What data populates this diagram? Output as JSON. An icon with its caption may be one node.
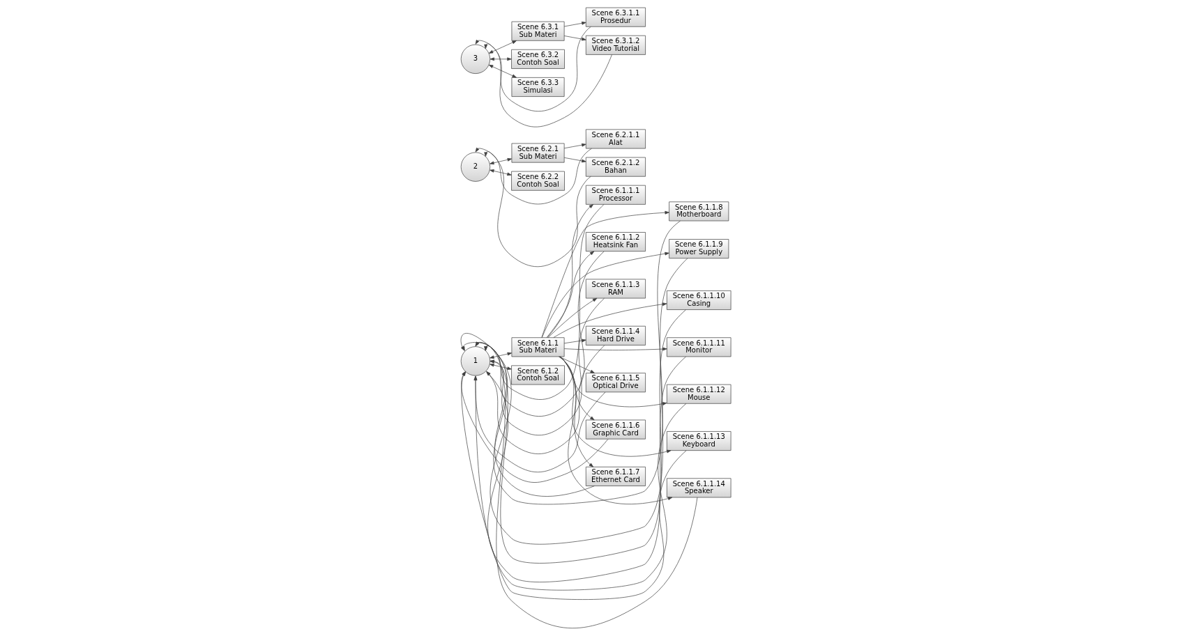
{
  "diagram": {
    "nodes": [
      {
        "text": [
          "1"
        ]
      },
      {
        "text": [
          "Scene 6.1.1 Sub Materi"
        ]
      },
      {
        "text": [
          "Scene 6.1.2 Contoh Soal"
        ]
      },
      {
        "text": [
          "Scene 6.1.1.1 Processor"
        ]
      },
      {
        "text": [
          "Scene 6.1.1.2 Heatsink Fan"
        ]
      },
      {
        "text": [
          "Scene 6.1.1.3 RAM"
        ]
      },
      {
        "text": [
          "Scene 6.1.1.4 Hard Drive"
        ]
      },
      {
        "text": [
          "Scene 6.1.1.5 Optical Drive"
        ]
      },
      {
        "text": [
          "Scene 6.1.1.6 Graphic Card"
        ]
      },
      {
        "text": [
          "Scene 6.1.1.7 Ethernet Card"
        ]
      },
      {
        "text": [
          "Scene 6.1.1.8 Motherboard"
        ]
      },
      {
        "text": [
          "Scene 6.1.1.9 Power Supply"
        ]
      },
      {
        "text": [
          "Scene 6.1.1.10 Casing"
        ]
      },
      {
        "text": [
          "Scene 6.1.1.11 Monitor"
        ]
      },
      {
        "text": [
          "Scene 6.1.1.12 Mouse"
        ]
      },
      {
        "text": [
          "Scene 6.1.1.13 Keyboard"
        ]
      },
      {
        "text": [
          "Scene 6.1.1.14 Speaker"
        ]
      },
      {
        "text": [
          "2"
        ]
      },
      {
        "text": [
          "Scene 6.2.1 Sub Materi"
        ]
      },
      {
        "text": [
          "Scene 6.2.1.1 Alat"
        ]
      },
      {
        "text": [
          "Scene 6.2.1.2 Bahan"
        ]
      },
      {
        "text": [
          "Scene 6.2.2 Contoh Soal"
        ]
      },
      {
        "text": [
          "3"
        ]
      },
      {
        "text": [
          "Scene 6.3.1 Sub Materi"
        ]
      },
      {
        "text": [
          "Scene 6.3.1.1 Prosedur"
        ]
      },
      {
        "text": [
          "Scene 6.3.1.2 Video Tutorial"
        ]
      },
      {
        "text": [
          "Scene 6.3.2 Contoh Soal"
        ]
      },
      {
        "text": [
          "Scene 6.3.3 Simulasi"
        ]
      }
    ],
    "edges": [
      {
        "from": 0,
        "to": 1,
        "arrow": "both"
      },
      {
        "from": 0,
        "to": 2,
        "arrow": "both"
      },
      {
        "from": 1,
        "to": 3,
        "arrow": "to"
      },
      {
        "from": 1,
        "to": 4,
        "arrow": "to"
      },
      {
        "from": 1,
        "to": 5,
        "arrow": "to"
      },
      {
        "from": 1,
        "to": 6,
        "arrow": "to"
      },
      {
        "from": 1,
        "to": 7,
        "arrow": "to"
      },
      {
        "from": 1,
        "to": 8,
        "arrow": "to"
      },
      {
        "from": 1,
        "to": 9,
        "arrow": "to"
      },
      {
        "from": 1,
        "to": 10,
        "arrow": "to"
      },
      {
        "from": 1,
        "to": 11,
        "arrow": "to"
      },
      {
        "from": 1,
        "to": 12,
        "arrow": "to"
      },
      {
        "from": 1,
        "to": 13,
        "arrow": "to"
      },
      {
        "from": 1,
        "to": 14,
        "arrow": "to"
      },
      {
        "from": 1,
        "to": 15,
        "arrow": "to"
      },
      {
        "from": 1,
        "to": 16,
        "arrow": "to"
      },
      {
        "from": 3,
        "to": 0,
        "arrow": "to"
      },
      {
        "from": 4,
        "to": 0,
        "arrow": "to"
      },
      {
        "from": 5,
        "to": 0,
        "arrow": "to"
      },
      {
        "from": 6,
        "to": 0,
        "arrow": "to"
      },
      {
        "from": 7,
        "to": 0,
        "arrow": "to"
      },
      {
        "from": 8,
        "to": 0,
        "arrow": "to"
      },
      {
        "from": 9,
        "to": 0,
        "arrow": "to"
      },
      {
        "from": 10,
        "to": 0,
        "arrow": "to"
      },
      {
        "from": 11,
        "to": 0,
        "arrow": "to"
      },
      {
        "from": 12,
        "to": 0,
        "arrow": "to"
      },
      {
        "from": 13,
        "to": 0,
        "arrow": "to"
      },
      {
        "from": 14,
        "to": 0,
        "arrow": "to"
      },
      {
        "from": 15,
        "to": 0,
        "arrow": "to"
      },
      {
        "from": 16,
        "to": 0,
        "arrow": "to"
      },
      {
        "from": 17,
        "to": 18,
        "arrow": "both"
      },
      {
        "from": 17,
        "to": 21,
        "arrow": "both"
      },
      {
        "from": 18,
        "to": 19,
        "arrow": "to"
      },
      {
        "from": 18,
        "to": 20,
        "arrow": "to"
      },
      {
        "from": 19,
        "to": 17,
        "arrow": "to"
      },
      {
        "from": 20,
        "to": 17,
        "arrow": "to"
      },
      {
        "from": 22,
        "to": 23,
        "arrow": "both"
      },
      {
        "from": 22,
        "to": 26,
        "arrow": "both"
      },
      {
        "from": 22,
        "to": 27,
        "arrow": "both"
      },
      {
        "from": 23,
        "to": 24,
        "arrow": "to"
      },
      {
        "from": 23,
        "to": 25,
        "arrow": "to"
      },
      {
        "from": 24,
        "to": 22,
        "arrow": "to"
      },
      {
        "from": 25,
        "to": 22,
        "arrow": "to"
      }
    ]
  }
}
